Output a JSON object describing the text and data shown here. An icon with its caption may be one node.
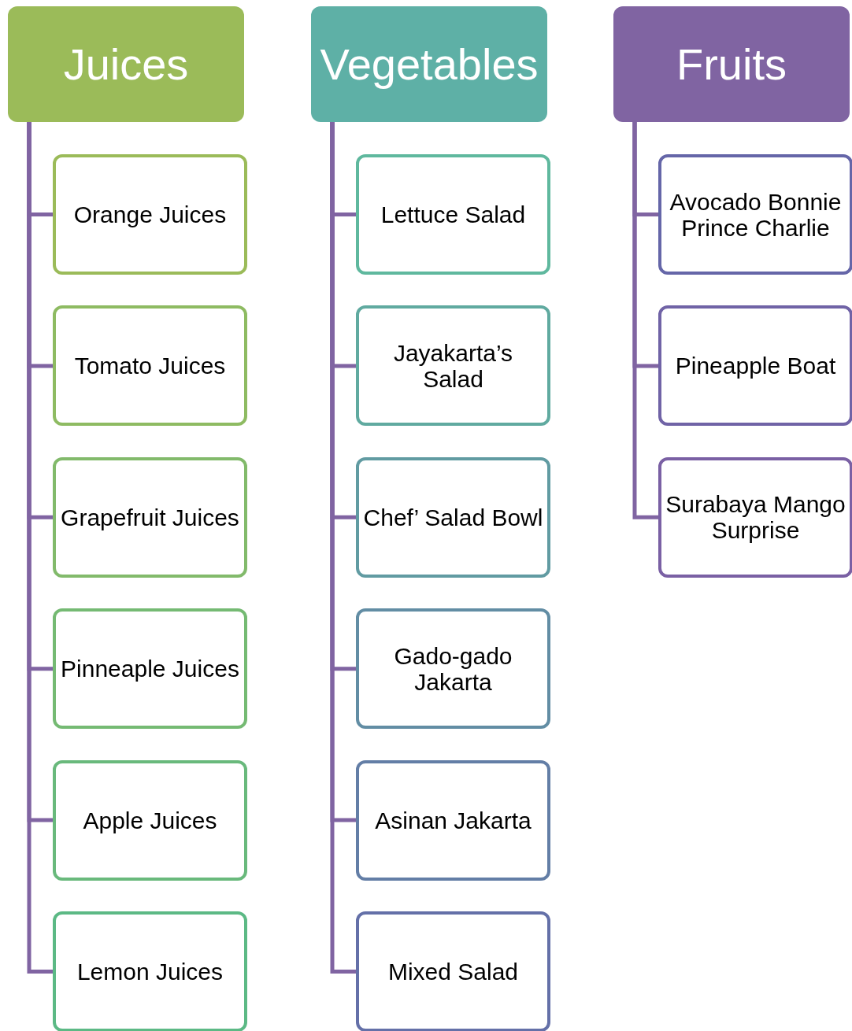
{
  "diagram": {
    "nodes": [
      {
        "text": [
          "Juices"
        ]
      },
      {
        "text": [
          "Orange Juices"
        ]
      },
      {
        "text": [
          "Tomato Juices"
        ]
      },
      {
        "text": [
          "Grapefruit Juices"
        ]
      },
      {
        "text": [
          "Pinneaple Juices"
        ]
      },
      {
        "text": [
          "Apple Juices"
        ]
      },
      {
        "text": [
          "Lemon Juices"
        ]
      },
      {
        "text": [
          "Vegetables"
        ]
      },
      {
        "text": [
          "Lettuce Salad"
        ]
      },
      {
        "text": [
          "Jayakarta’s Salad"
        ]
      },
      {
        "text": [
          "Chef’ Salad Bowl"
        ]
      },
      {
        "text": [
          "Gado-gado Jakarta"
        ]
      },
      {
        "text": [
          "Asinan Jakarta"
        ]
      },
      {
        "text": [
          "Mixed Salad"
        ]
      },
      {
        "text": [
          "Fruits"
        ]
      },
      {
        "text": [
          "Avocado Bonnie Prince Charlie"
        ]
      },
      {
        "text": [
          "Pineapple Boat"
        ]
      },
      {
        "text": [
          "Surabaya Mango Surprise"
        ]
      }
    ],
    "edges": [
      {
        "from": 0,
        "to": 1,
        "arrow": "none"
      },
      {
        "from": 0,
        "to": 2,
        "arrow": "none"
      },
      {
        "from": 0,
        "to": 3,
        "arrow": "none"
      },
      {
        "from": 0,
        "to": 4,
        "arrow": "none"
      },
      {
        "from": 0,
        "to": 5,
        "arrow": "none"
      },
      {
        "from": 0,
        "to": 6,
        "arrow": "none"
      },
      {
        "from": 7,
        "to": 8,
        "arrow": "none"
      },
      {
        "from": 7,
        "to": 9,
        "arrow": "none"
      },
      {
        "from": 7,
        "to": 10,
        "arrow": "none"
      },
      {
        "from": 7,
        "to": 11,
        "arrow": "none"
      },
      {
        "from": 7,
        "to": 12,
        "arrow": "none"
      },
      {
        "from": 7,
        "to": 13,
        "arrow": "none"
      },
      {
        "from": 14,
        "to": 15,
        "arrow": "none"
      },
      {
        "from": 14,
        "to": 16,
        "arrow": "none"
      },
      {
        "from": 14,
        "to": 17,
        "arrow": "none"
      }
    ]
  }
}
